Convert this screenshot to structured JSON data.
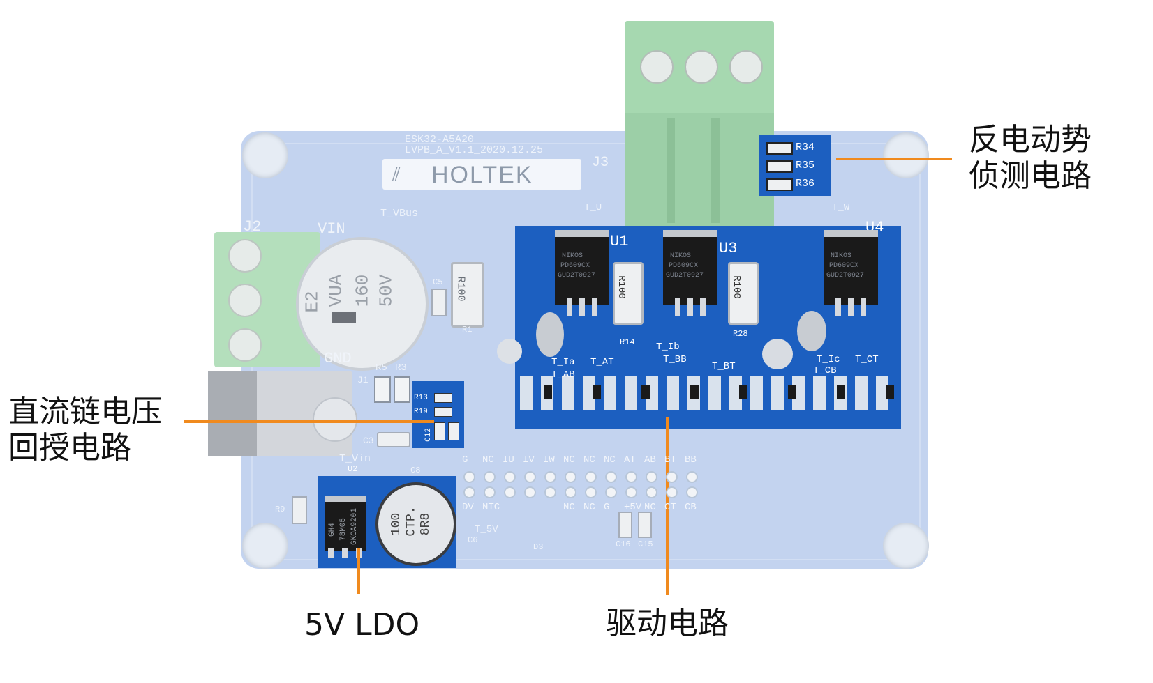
{
  "board": {
    "model": "ESK32-A5A20",
    "version": "LVPB_A_V1.1_2020.12.25",
    "brand": "HOLTEK",
    "labels": {
      "j2": "J2",
      "j3": "J3",
      "vin": "VIN",
      "gnd": "GND",
      "tvbus": "T_VBus",
      "tvin": "T_Vin",
      "t5v": "T_5V",
      "u1": "U1",
      "u3": "U3",
      "u4": "U4",
      "u2": "U2",
      "j1": "J1",
      "d3": "D3",
      "r34": "R34",
      "r35": "R35",
      "r36": "R36",
      "ta": "T_Ia",
      "tat": "T_AT",
      "tib": "T_Ib",
      "tbb": "T_BB",
      "tbt": "T_BT",
      "tic": "T_Ic",
      "tct": "T_CT",
      "tab": "T_AB",
      "tcb": "T_CB",
      "tu": "T_U",
      "tw": "T_W",
      "r100": "R100",
      "r1": "R1",
      "r14": "R14",
      "r28": "R28",
      "c5": "C5",
      "c8": "C8",
      "c6": "C6",
      "c16": "C16",
      "c15": "C15",
      "r9": "R9",
      "r5": "R5",
      "r3": "R3",
      "r13": "R13",
      "r19": "R19",
      "c12": "C12",
      "c3": "C3"
    },
    "chips": {
      "mosfet_line1": "NIKOS",
      "mosfet_line2": "PD609CX",
      "mosfet_line3": "GUD2T0927",
      "ldo_line1": "GH4",
      "ldo_line2": "78M05",
      "ldo_line3": "GKOA9201"
    },
    "capacitors": {
      "big_line1": "E2",
      "big_line2": "VUA",
      "big_line3": "160",
      "big_line4": "50V",
      "small_line1": "100",
      "small_line2": "CTP.",
      "small_line3": "8R8"
    },
    "header_top": [
      "G",
      "NC",
      "IU",
      "IV",
      "IW",
      "NC",
      "NC",
      "NC",
      "AT",
      "AB",
      "BT",
      "BB"
    ],
    "header_bottom": [
      "DV",
      "NTC",
      "",
      "",
      "",
      "NC",
      "NC",
      "G",
      "+5V",
      "NC",
      "CT",
      "CB"
    ]
  },
  "callouts": {
    "bemf": [
      "反电动势",
      "侦测电路"
    ],
    "dclink": [
      "直流链电压",
      "回授电路"
    ],
    "ldo": "5V LDO",
    "driver": "驱动电路"
  },
  "colors": {
    "accent": "#f08a1e",
    "pcb_light": "#bfd0ec",
    "pcb_dark": "#1c5fc0",
    "terminal_green": "#a6d8b0"
  }
}
